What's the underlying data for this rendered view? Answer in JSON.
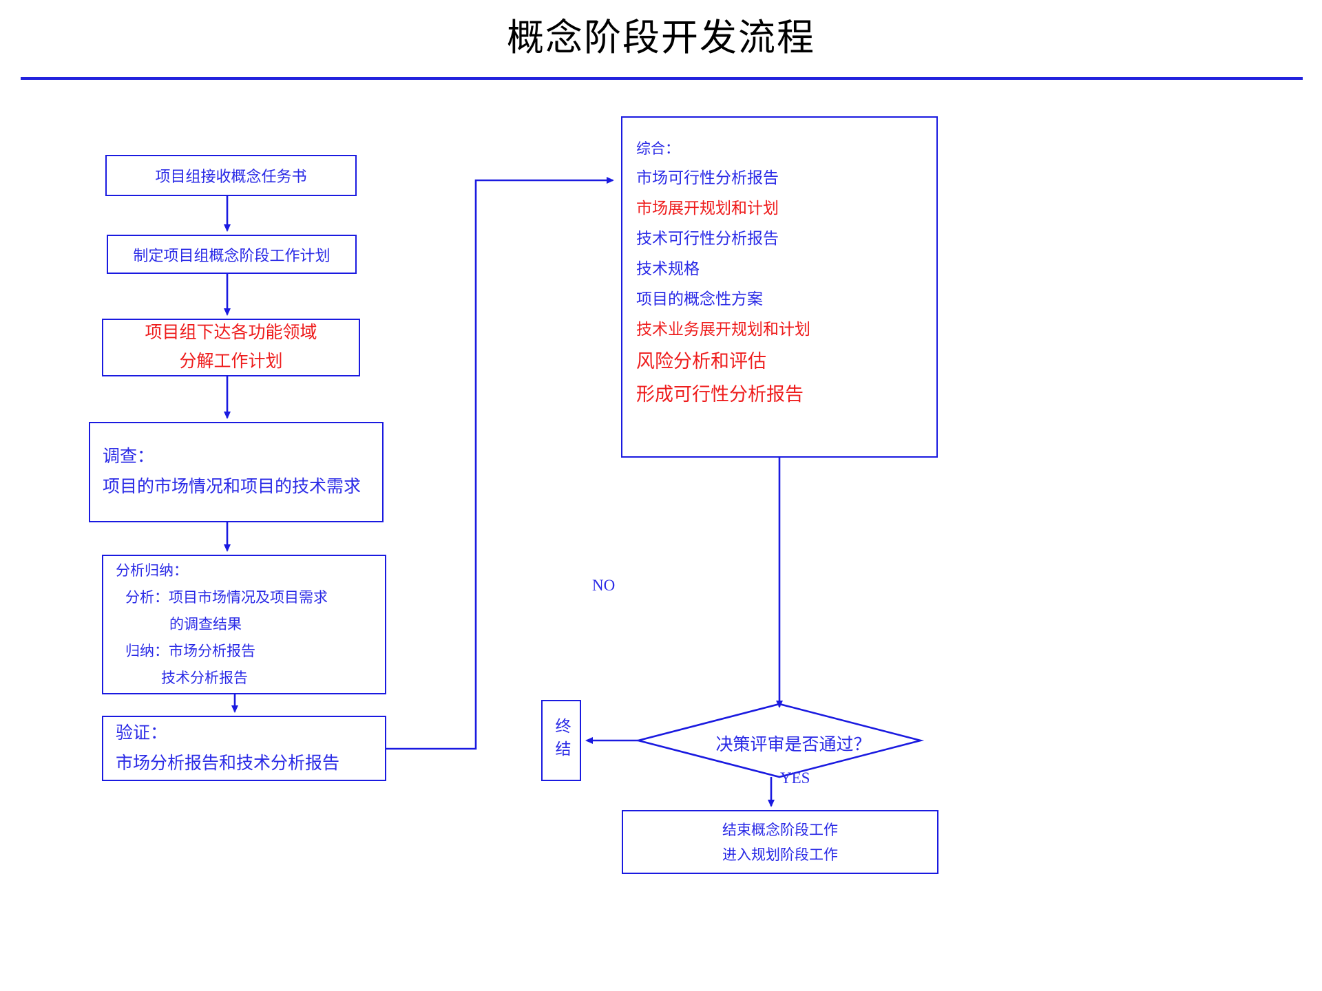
{
  "page": {
    "title": "概念阶段开发流程"
  },
  "colors": {
    "blue": "#2a2ae6",
    "red": "#ee1c1c",
    "border": "#1a1ae0",
    "rule": "#2222dd",
    "title_text": "#000000"
  },
  "left_flow": {
    "box1": {
      "text": "项目组接收概念任务书",
      "color": "blue"
    },
    "box2": {
      "text": "制定项目组概念阶段工作计划",
      "color": "blue"
    },
    "box3": {
      "line1": "项目组下达各功能领域",
      "line2": "分解工作计划",
      "color": "red"
    },
    "box4": {
      "line1": "调查：",
      "line2": "项目的市场情况和项目的技术需求",
      "color": "blue"
    },
    "box5": {
      "line1": "分析归纳：",
      "line2": "分析：项目市场情况及项目需求",
      "line3": "的调查结果",
      "line4": "归纳：市场分析报告",
      "line5": "技术分析报告",
      "color": "blue"
    },
    "box6": {
      "line1": "验证：",
      "line2": "市场分析报告和技术分析报告",
      "color": "blue"
    }
  },
  "right_flow": {
    "synthesis_box": {
      "heading": "综合：",
      "items": [
        {
          "text": "市场可行性分析报告",
          "color": "blue",
          "size": "s22"
        },
        {
          "text": "市场展开规划和计划",
          "color": "red",
          "size": "s22"
        },
        {
          "text": "技术可行性分析报告",
          "color": "blue",
          "size": "s22"
        },
        {
          "text": "技术规格",
          "color": "blue",
          "size": "s22"
        },
        {
          "text": "项目的概念性方案",
          "color": "blue",
          "size": "s22"
        },
        {
          "text": "技术业务展开规划和计划",
          "color": "red",
          "size": "s22"
        },
        {
          "text": "风险分析和评估",
          "color": "red",
          "size": "s25"
        },
        {
          "text": "形成可行性分析报告",
          "color": "red",
          "size": "s25"
        }
      ]
    },
    "decision": {
      "text": "决策评审是否通过？",
      "color": "blue"
    },
    "terminate_box": {
      "text": "终结",
      "color": "blue"
    },
    "end_box": {
      "line1": "结束概念阶段工作",
      "line2": "进入规划阶段工作",
      "color": "blue"
    },
    "edge_labels": {
      "no": "NO",
      "yes": "YES"
    }
  }
}
